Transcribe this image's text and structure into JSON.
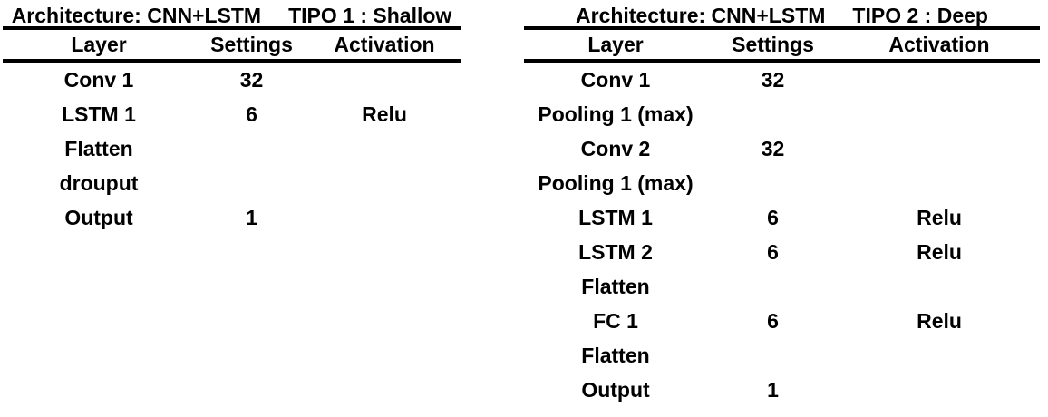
{
  "colors": {
    "text": "#000000",
    "background": "#ffffff",
    "rule": "#000000"
  },
  "tables": [
    {
      "architecture_label": "Architecture: CNN+LSTM",
      "tipo_label": "TIPO 1 : Shallow",
      "columns": [
        "Layer",
        "Settings",
        "Activation"
      ],
      "rows": [
        {
          "layer": "Conv 1",
          "settings": "32",
          "activation": ""
        },
        {
          "layer": "LSTM 1",
          "settings": "6",
          "activation": "Relu"
        },
        {
          "layer": "Flatten",
          "settings": "",
          "activation": ""
        },
        {
          "layer": "drouput",
          "settings": "",
          "activation": ""
        },
        {
          "layer": "Output",
          "settings": "1",
          "activation": ""
        }
      ]
    },
    {
      "architecture_label": "Architecture: CNN+LSTM",
      "tipo_label": "TIPO 2 : Deep",
      "columns": [
        "Layer",
        "Settings",
        "Activation"
      ],
      "rows": [
        {
          "layer": "Conv 1",
          "settings": "32",
          "activation": ""
        },
        {
          "layer": "Pooling 1 (max)",
          "settings": "",
          "activation": ""
        },
        {
          "layer": "Conv 2",
          "settings": "32",
          "activation": ""
        },
        {
          "layer": "Pooling 1 (max)",
          "settings": "",
          "activation": ""
        },
        {
          "layer": "LSTM 1",
          "settings": "6",
          "activation": "Relu"
        },
        {
          "layer": "LSTM 2",
          "settings": "6",
          "activation": "Relu"
        },
        {
          "layer": "Flatten",
          "settings": "",
          "activation": ""
        },
        {
          "layer": "FC 1",
          "settings": "6",
          "activation": "Relu"
        },
        {
          "layer": "Flatten",
          "settings": "",
          "activation": ""
        },
        {
          "layer": "Output",
          "settings": "1",
          "activation": ""
        }
      ]
    }
  ]
}
